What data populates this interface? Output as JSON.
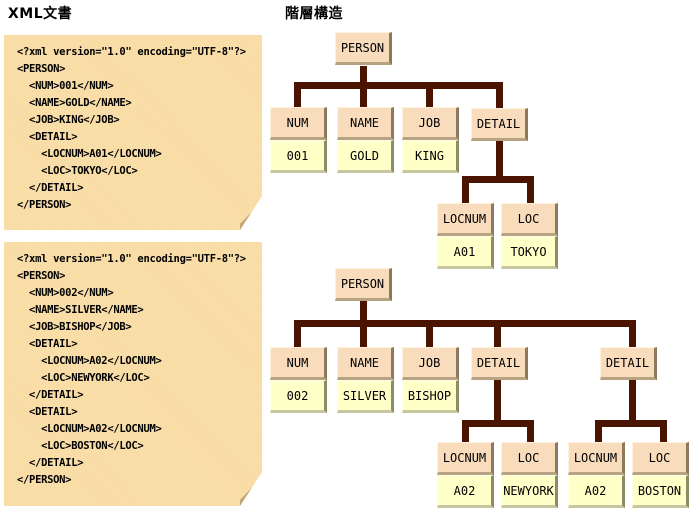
{
  "headings": {
    "xml_document": "XML文書",
    "hierarchy": "階層構造"
  },
  "colors": {
    "note_background": "#f9dca4",
    "tag_node": "#f8dcbc",
    "value_node": "#ffffc8",
    "connector": "#4a1400"
  },
  "documents": [
    {
      "lines": [
        "<?xml version=\"1.0\" encoding=\"UTF-8\"?>",
        "<PERSON>",
        "  <NUM>001</NUM>",
        "  <NAME>GOLD</NAME>",
        "  <JOB>KING</JOB>",
        "  <DETAIL>",
        "    <LOCNUM>A01</LOCNUM>",
        "    <LOC>TOKYO</LOC>",
        "  </DETAIL>",
        "</PERSON>"
      ]
    },
    {
      "lines": [
        "<?xml version=\"1.0\" encoding=\"UTF-8\"?>",
        "<PERSON>",
        "  <NUM>002</NUM>",
        "  <NAME>SILVER</NAME>",
        "  <JOB>BISHOP</JOB>",
        "  <DETAIL>",
        "    <LOCNUM>A02</LOCNUM>",
        "    <LOC>NEWYORK</LOC>",
        "  </DETAIL>",
        "  <DETAIL>",
        "    <LOCNUM>A02</LOCNUM>",
        "    <LOC>BOSTON</LOC>",
        "  </DETAIL>",
        "</PERSON>"
      ]
    }
  ],
  "trees": [
    {
      "root": "PERSON",
      "children": [
        {
          "tag": "NUM",
          "value": "001"
        },
        {
          "tag": "NAME",
          "value": "GOLD"
        },
        {
          "tag": "JOB",
          "value": "KING"
        },
        {
          "tag": "DETAIL",
          "children": [
            {
              "tag": "LOCNUM",
              "value": "A01"
            },
            {
              "tag": "LOC",
              "value": "TOKYO"
            }
          ]
        }
      ]
    },
    {
      "root": "PERSON",
      "children": [
        {
          "tag": "NUM",
          "value": "002"
        },
        {
          "tag": "NAME",
          "value": "SILVER"
        },
        {
          "tag": "JOB",
          "value": "BISHOP"
        },
        {
          "tag": "DETAIL",
          "children": [
            {
              "tag": "LOCNUM",
              "value": "A02"
            },
            {
              "tag": "LOC",
              "value": "NEWYORK"
            }
          ]
        },
        {
          "tag": "DETAIL",
          "children": [
            {
              "tag": "LOCNUM",
              "value": "A02"
            },
            {
              "tag": "LOC",
              "value": "BOSTON"
            }
          ]
        }
      ]
    }
  ]
}
